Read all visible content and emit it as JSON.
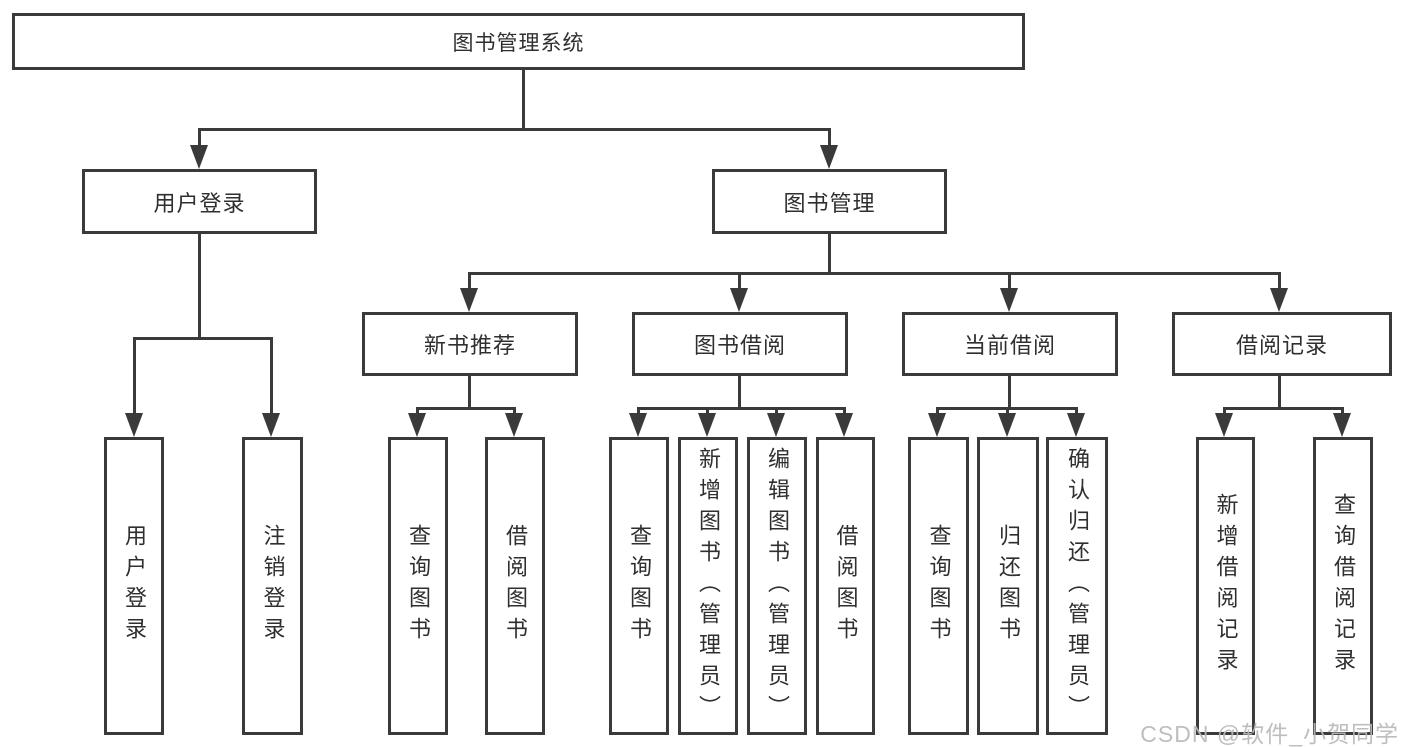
{
  "diagram": {
    "title": "图书管理系统",
    "root": {
      "label": "图书管理系统"
    },
    "level2": {
      "user_login": {
        "label": "用户登录"
      },
      "book_mgmt": {
        "label": "图书管理"
      }
    },
    "level3": {
      "new_books": {
        "label": "新书推荐"
      },
      "book_borrow": {
        "label": "图书借阅"
      },
      "current_borrow": {
        "label": "当前借阅"
      },
      "borrow_records": {
        "label": "借阅记录"
      }
    },
    "leaves": {
      "user_login_leaf": {
        "label": "用户登录"
      },
      "logout_leaf": {
        "label": "注销登录"
      },
      "nb_query_books": {
        "label": "查询图书"
      },
      "nb_borrow_books": {
        "label": "借阅图书"
      },
      "bb_query_books": {
        "label": "查询图书"
      },
      "bb_add_books_admin": {
        "label": "新增图书（管理员）"
      },
      "bb_edit_books_admin": {
        "label": "编辑图书（管理员）"
      },
      "bb_borrow_books": {
        "label": "借阅图书"
      },
      "cb_query_books": {
        "label": "查询图书"
      },
      "cb_return_books": {
        "label": "归还图书"
      },
      "cb_confirm_return_admin": {
        "label": "确认归还（管理员）"
      },
      "br_add_record": {
        "label": "新增借阅记录"
      },
      "br_query_record": {
        "label": "查询借阅记录"
      }
    }
  },
  "watermark": {
    "text": "CSDN @软件_小贺同学"
  },
  "colors": {
    "line": "#3a3a3a",
    "text": "#2f2f2f",
    "background": "#ffffff",
    "watermark": "#b9b9b9"
  }
}
